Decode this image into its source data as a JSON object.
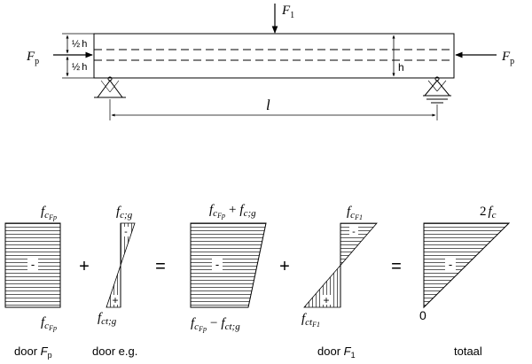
{
  "beam": {
    "force_top": {
      "base": "F",
      "sub": "1"
    },
    "force_left": {
      "base": "F",
      "sub": "p"
    },
    "force_right": {
      "base": "F",
      "sub": "p"
    },
    "half_top": {
      "frac": "½",
      "var": "h"
    },
    "half_bottom": {
      "frac": "½",
      "var": "h"
    },
    "height_label": "h",
    "span_label": "l"
  },
  "diagrams": {
    "fp": {
      "top": {
        "base": "f",
        "sub": "c",
        "subsub": "Fp"
      },
      "bottom": {
        "base": "f",
        "sub": "c",
        "subsub": "Fp"
      },
      "sign": "-",
      "caption": {
        "text": "door ",
        "base": "F",
        "sub": "p"
      }
    },
    "eg": {
      "top": {
        "base": "f",
        "sub": "c;g"
      },
      "bottom": {
        "base": "f",
        "sub": "ct;g"
      },
      "sign_top": "-",
      "sign_bottom": "+",
      "caption": {
        "text": "door e.g."
      }
    },
    "sum1": {
      "top": {
        "a": "f",
        "a_sub": "c",
        "a_subsub": "Fp",
        "op": "+",
        "b": "f",
        "b_sub": "c;g"
      },
      "bottom": {
        "a": "f",
        "a_sub": "c",
        "a_subsub": "Fp",
        "op": "−",
        "b": "f",
        "b_sub": "ct;g"
      },
      "sign": "-"
    },
    "f1": {
      "top": {
        "base": "f",
        "sub": "c",
        "subsub": "F1"
      },
      "bottom": {
        "base": "f",
        "sub": "ct",
        "subsub": "F1"
      },
      "sign_top": "-",
      "sign_bottom": "+",
      "caption": {
        "text": "door ",
        "base": "F",
        "sub": "1"
      }
    },
    "total": {
      "top": {
        "num": "2",
        "base": "f",
        "sub": "c"
      },
      "bottom": "0",
      "sign": "-",
      "caption": {
        "text": "totaal"
      }
    }
  },
  "operators": {
    "plus1": "+",
    "eq1": "=",
    "plus2": "+",
    "eq2": "="
  }
}
